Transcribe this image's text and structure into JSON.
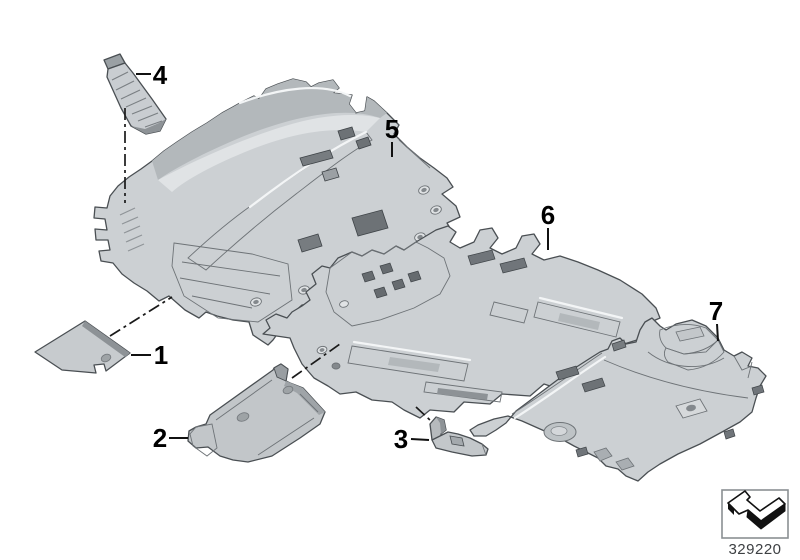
{
  "diagram": {
    "drawing_number": "329220",
    "callouts": [
      {
        "number": "1"
      },
      {
        "number": "2"
      },
      {
        "number": "3"
      },
      {
        "number": "4"
      },
      {
        "number": "5"
      },
      {
        "number": "6"
      },
      {
        "number": "7"
      }
    ],
    "corner_icon": "page-turn-arrow-icon",
    "colors": {
      "background": "#ffffff",
      "part_fill": "#ccd0d3",
      "part_shade": "#aab0b3",
      "part_dark": "#8e9397",
      "part_light": "#e0e3e5",
      "hole_dark": "#6d7276",
      "outline": "#4a4f53",
      "callout_text": "#000000",
      "leader_line": "#111111",
      "drawing_number_text": "#3d4043",
      "icon_box_border": "#8a8f93"
    }
  }
}
